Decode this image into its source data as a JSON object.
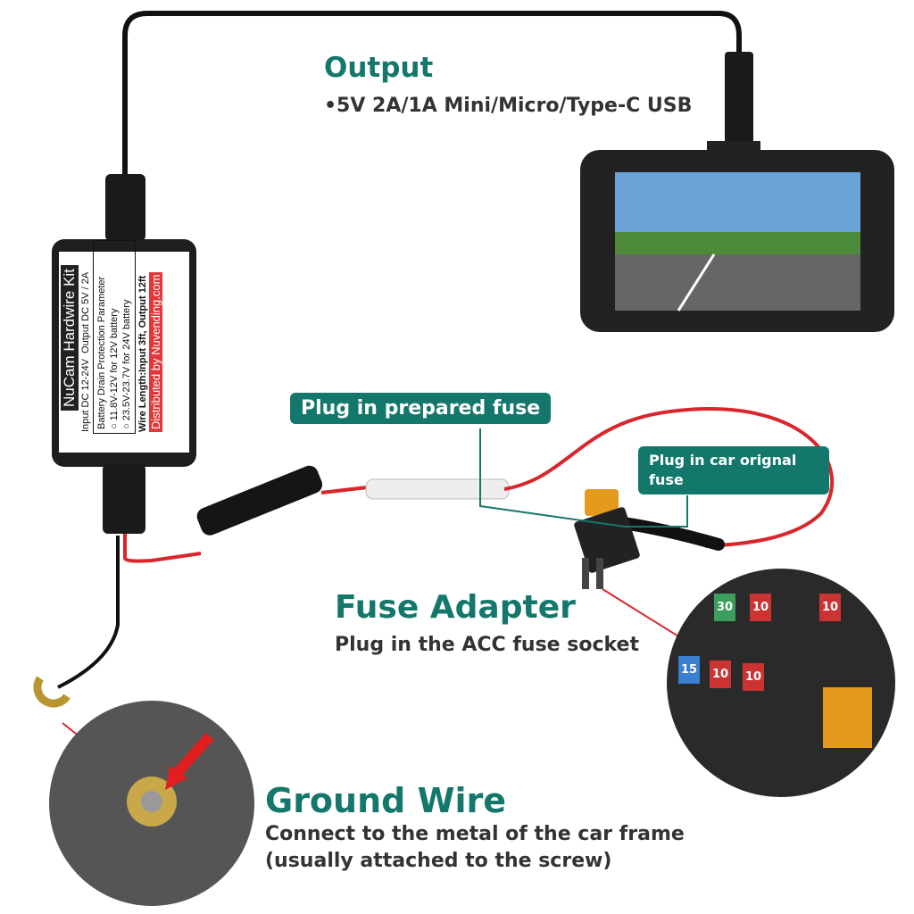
{
  "output": {
    "title": "Output",
    "spec": "•5V 2A/1A Mini/Micro/Type-C USB"
  },
  "hardwire_kit_label": {
    "brand_title": "NuCam Hardwire Kit",
    "input": "Input  DC 12-24V",
    "output": "Output  DC 5V / 2A",
    "protection_title": "Battery Drain Protection Parameter",
    "options": [
      "11.8V-12V for 12V battery",
      "23.5V-23.7V for 24V battery"
    ],
    "wire_length": "Wire Length:Input 3ft, Output 12ft",
    "distributor": "Distributed by Nuvending.com"
  },
  "callouts": {
    "prepared_fuse": "Plug in prepared fuse",
    "car_fuse": "Plug in car orignal fuse"
  },
  "fuse_adapter": {
    "title": "Fuse Adapter",
    "subtitle": "Plug in the ACC fuse socket"
  },
  "ground_wire": {
    "title": "Ground Wire",
    "line1": "Connect to the metal of the car frame",
    "line2": "(usually attached to the screw)"
  },
  "fuse_values": [
    "30",
    "10",
    "10",
    "15",
    "10",
    "10"
  ],
  "colors": {
    "accent": "#13786b",
    "wire_red": "#d8262b",
    "distributor_red": "#e0383a"
  }
}
